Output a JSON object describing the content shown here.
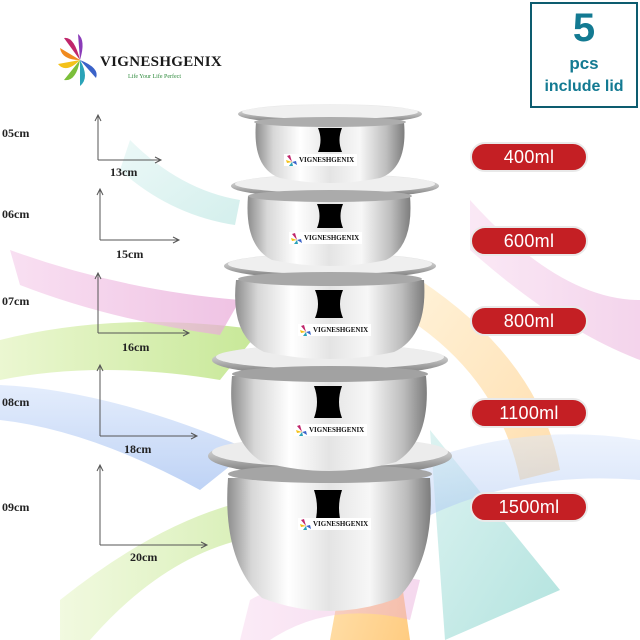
{
  "brand": {
    "name": "VIGNESHGENIX",
    "tagline": "Life Your Life Perfect"
  },
  "pack": {
    "count": "5",
    "unit": "pcs",
    "note": "include lid"
  },
  "pots": [
    {
      "height": "05cm",
      "width": "13cm",
      "capacity": "400ml",
      "label": "VIGNESHGENIX"
    },
    {
      "height": "06cm",
      "width": "15cm",
      "capacity": "600ml",
      "label": "VIGNESHGENIX"
    },
    {
      "height": "07cm",
      "width": "16cm",
      "capacity": "800ml",
      "label": "VIGNESHGENIX"
    },
    {
      "height": "08cm",
      "width": "18cm",
      "capacity": "1100ml",
      "label": "VIGNESHGENIX"
    },
    {
      "height": "09cm",
      "width": "20cm",
      "capacity": "1500ml",
      "label": "VIGNESHGENIX"
    }
  ],
  "colors": {
    "pill_red": "#c41f24",
    "pack_teal": "#137a92"
  }
}
